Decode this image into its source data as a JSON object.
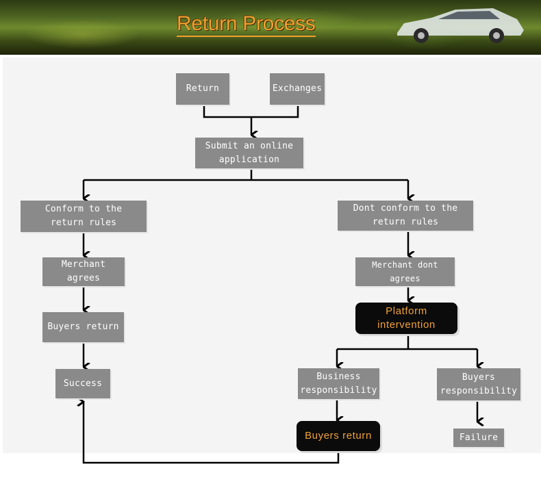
{
  "banner": {
    "title": "Return Process"
  },
  "nodes": {
    "return": "Return",
    "exchanges": "Exchanges",
    "submit": "Submit an online\napplication",
    "conform": "Conform to the\nreturn rules",
    "dont_conform": "Dont conform to the\nreturn rules",
    "merchant_agrees": "Merchant agrees",
    "merchant_dont_agrees": "Merchant dont agrees",
    "buyers_return_left": "Buyers return",
    "platform_intervention": "Platform\nintervention",
    "success": "Success",
    "business_responsibility": "Business\nresponsibility",
    "buyers_responsibility": "Buyers\nresponsibility",
    "buyers_return_right": "Buyers return",
    "failure": "Failure"
  },
  "colors": {
    "box": "#8a8a8a",
    "dark_box": "#0b0b0b",
    "dark_text": "#f2a23a",
    "title": "#f0a030",
    "line": "#000000"
  }
}
